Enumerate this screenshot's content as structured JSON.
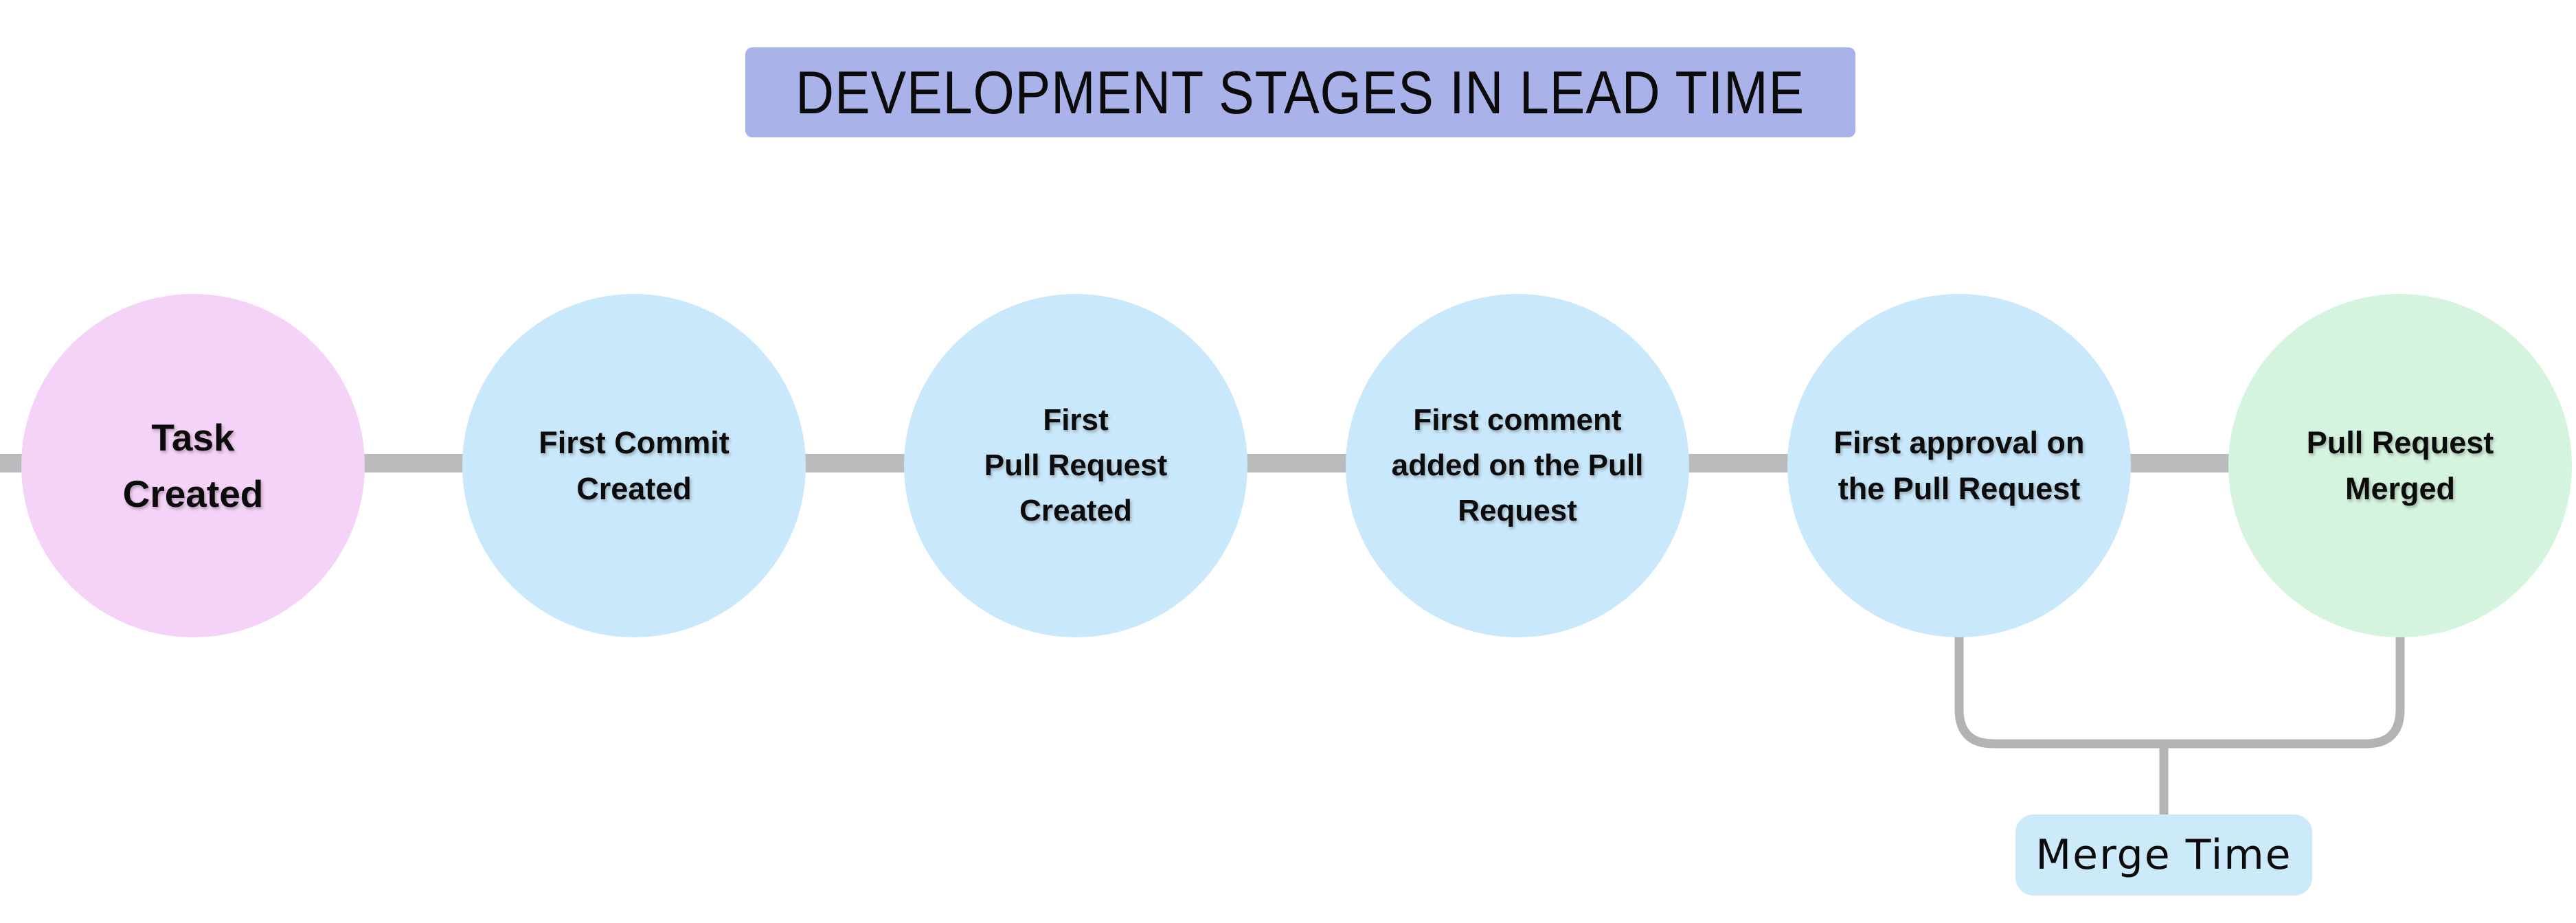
{
  "title": {
    "text": "DEVELOPMENT STAGES IN LEAD TIME",
    "bg_color": "#a9b2e9"
  },
  "stages": [
    {
      "label": "Task\nCreated",
      "color": "#f5d2f7",
      "role": "start-stage"
    },
    {
      "label": "First Commit\nCreated",
      "color": "#cae8fb",
      "role": "mid-stage"
    },
    {
      "label": "First\nPull Request\nCreated",
      "color": "#cae8fb",
      "role": "mid-stage"
    },
    {
      "label": "First comment\nadded on the Pull\nRequest",
      "color": "#cae8fb",
      "role": "mid-stage"
    },
    {
      "label": "First approval on\nthe Pull Request",
      "color": "#cae8fb",
      "role": "mid-stage"
    },
    {
      "label": "Pull Request\nMerged",
      "color": "#d5f4df",
      "role": "end-stage"
    }
  ],
  "merge_time": {
    "label": "Merge Time",
    "bg_color": "#cdeafb",
    "spans_stages": [
      "First approval on the Pull Request",
      "Pull Request Merged"
    ]
  },
  "colors": {
    "connector": "#b9bbbd",
    "bracket": "#b2b3b5"
  }
}
